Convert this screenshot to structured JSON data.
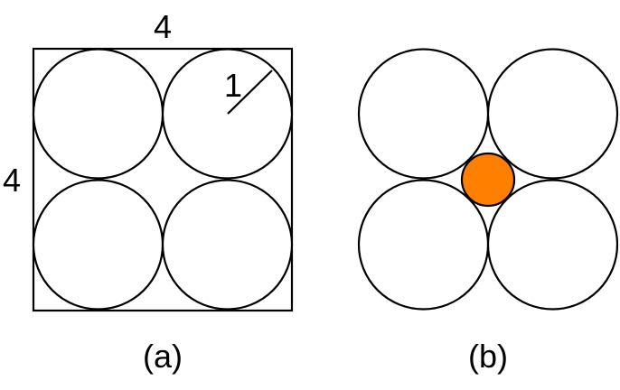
{
  "figure_a": {
    "side_top_label": "4",
    "side_left_label": "4",
    "radius_label": "1",
    "caption": "(a)"
  },
  "figure_b": {
    "caption": "(b)"
  },
  "colors": {
    "small_circle_fill": "#ff8000",
    "stroke": "#000000",
    "background": "#ffffff"
  }
}
